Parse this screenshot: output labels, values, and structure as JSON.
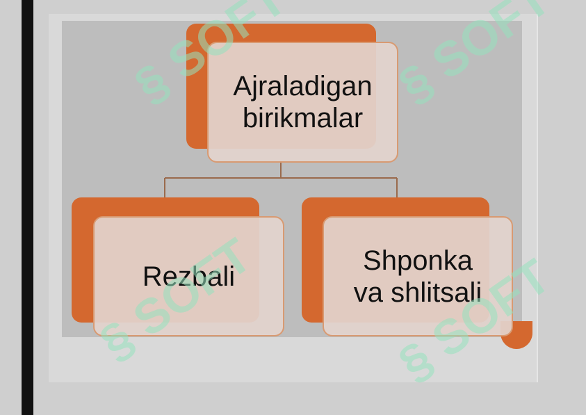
{
  "diagram": {
    "root": {
      "label": "Ajraladigan\nbirikmalar"
    },
    "children": [
      {
        "label": "Rezbali"
      },
      {
        "label": "Shponka\nva shlitsali"
      }
    ]
  },
  "watermark": {
    "text": "SOFT",
    "logo_icon": "soft-logo-icon"
  },
  "colors": {
    "accent": "#d4682f",
    "box_fill": "#e2d3cc",
    "box_border": "#d89a72",
    "panel": "#bdbdbd"
  }
}
